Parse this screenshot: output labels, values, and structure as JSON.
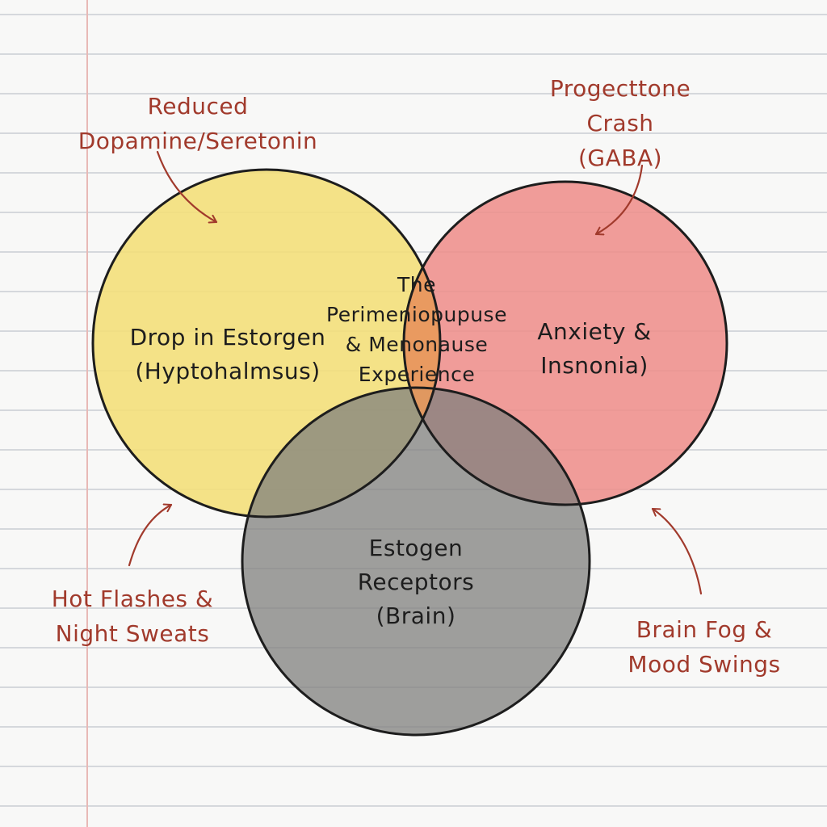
{
  "diagram": {
    "center": {
      "lines": [
        "The",
        "Perimeniopupuse",
        "& Menonause",
        "Experience"
      ]
    },
    "circles": [
      {
        "id": "yellow",
        "color": "#f3df7a",
        "lines": [
          "Drop in Estorgen",
          "(Hyptohalmsus)"
        ]
      },
      {
        "id": "red",
        "color": "#ee8c88",
        "lines": [
          "Anxiety &",
          "Insnonia)"
        ]
      },
      {
        "id": "gray",
        "color": "#80807e",
        "lines": [
          "Estogen",
          "Receptors",
          "(Brain)"
        ]
      }
    ],
    "annotations": [
      {
        "id": "reduced-dopamine",
        "lines": [
          "Reduced",
          "Dopamine/Seretonin"
        ]
      },
      {
        "id": "progesterone-crash",
        "lines": [
          "Progecttone",
          "Crash",
          "(GABA)"
        ]
      },
      {
        "id": "hot-flashes",
        "lines": [
          "Hot Flashes &",
          "Night Sweats"
        ]
      },
      {
        "id": "brain-fog",
        "lines": [
          "Brain Fog &",
          "Mood Swings"
        ]
      }
    ],
    "colors": {
      "paper": "#f8f8f7",
      "rule_line": "#c9cdd3",
      "margin_line": "#e8b9b6",
      "annotation_ink": "#a13a2c",
      "outline_ink": "#1d1d1d",
      "center_overlap": "#e89a5c"
    }
  }
}
